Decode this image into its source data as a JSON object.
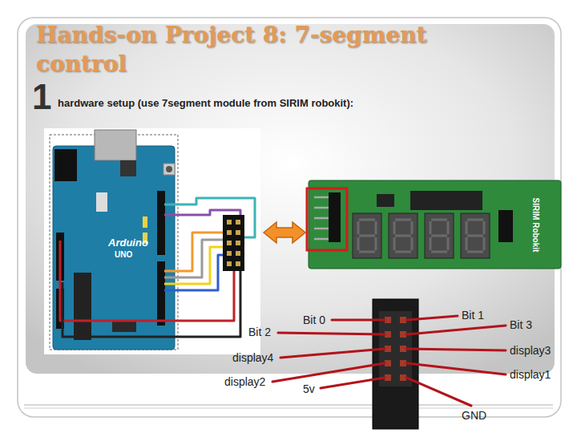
{
  "diagram": {
    "title": "Hands-on Project 8: 7-segment control",
    "nodes": [
      {
        "text": [
          "Arduino",
          "UNO"
        ]
      },
      {
        "text": [
          "SIRIM Robokit"
        ]
      }
    ],
    "edges": [
      {
        "from": 0,
        "to": 1,
        "arrow": "both"
      }
    ],
    "labels": [
      "1",
      "hardware setup (use 7segment module from SIRIM robokit):",
      "Bit 0",
      "Bit 1",
      "Bit 2",
      "Bit 3",
      "display4",
      "display3",
      "display2",
      "5v",
      "GND",
      "display1"
    ]
  }
}
